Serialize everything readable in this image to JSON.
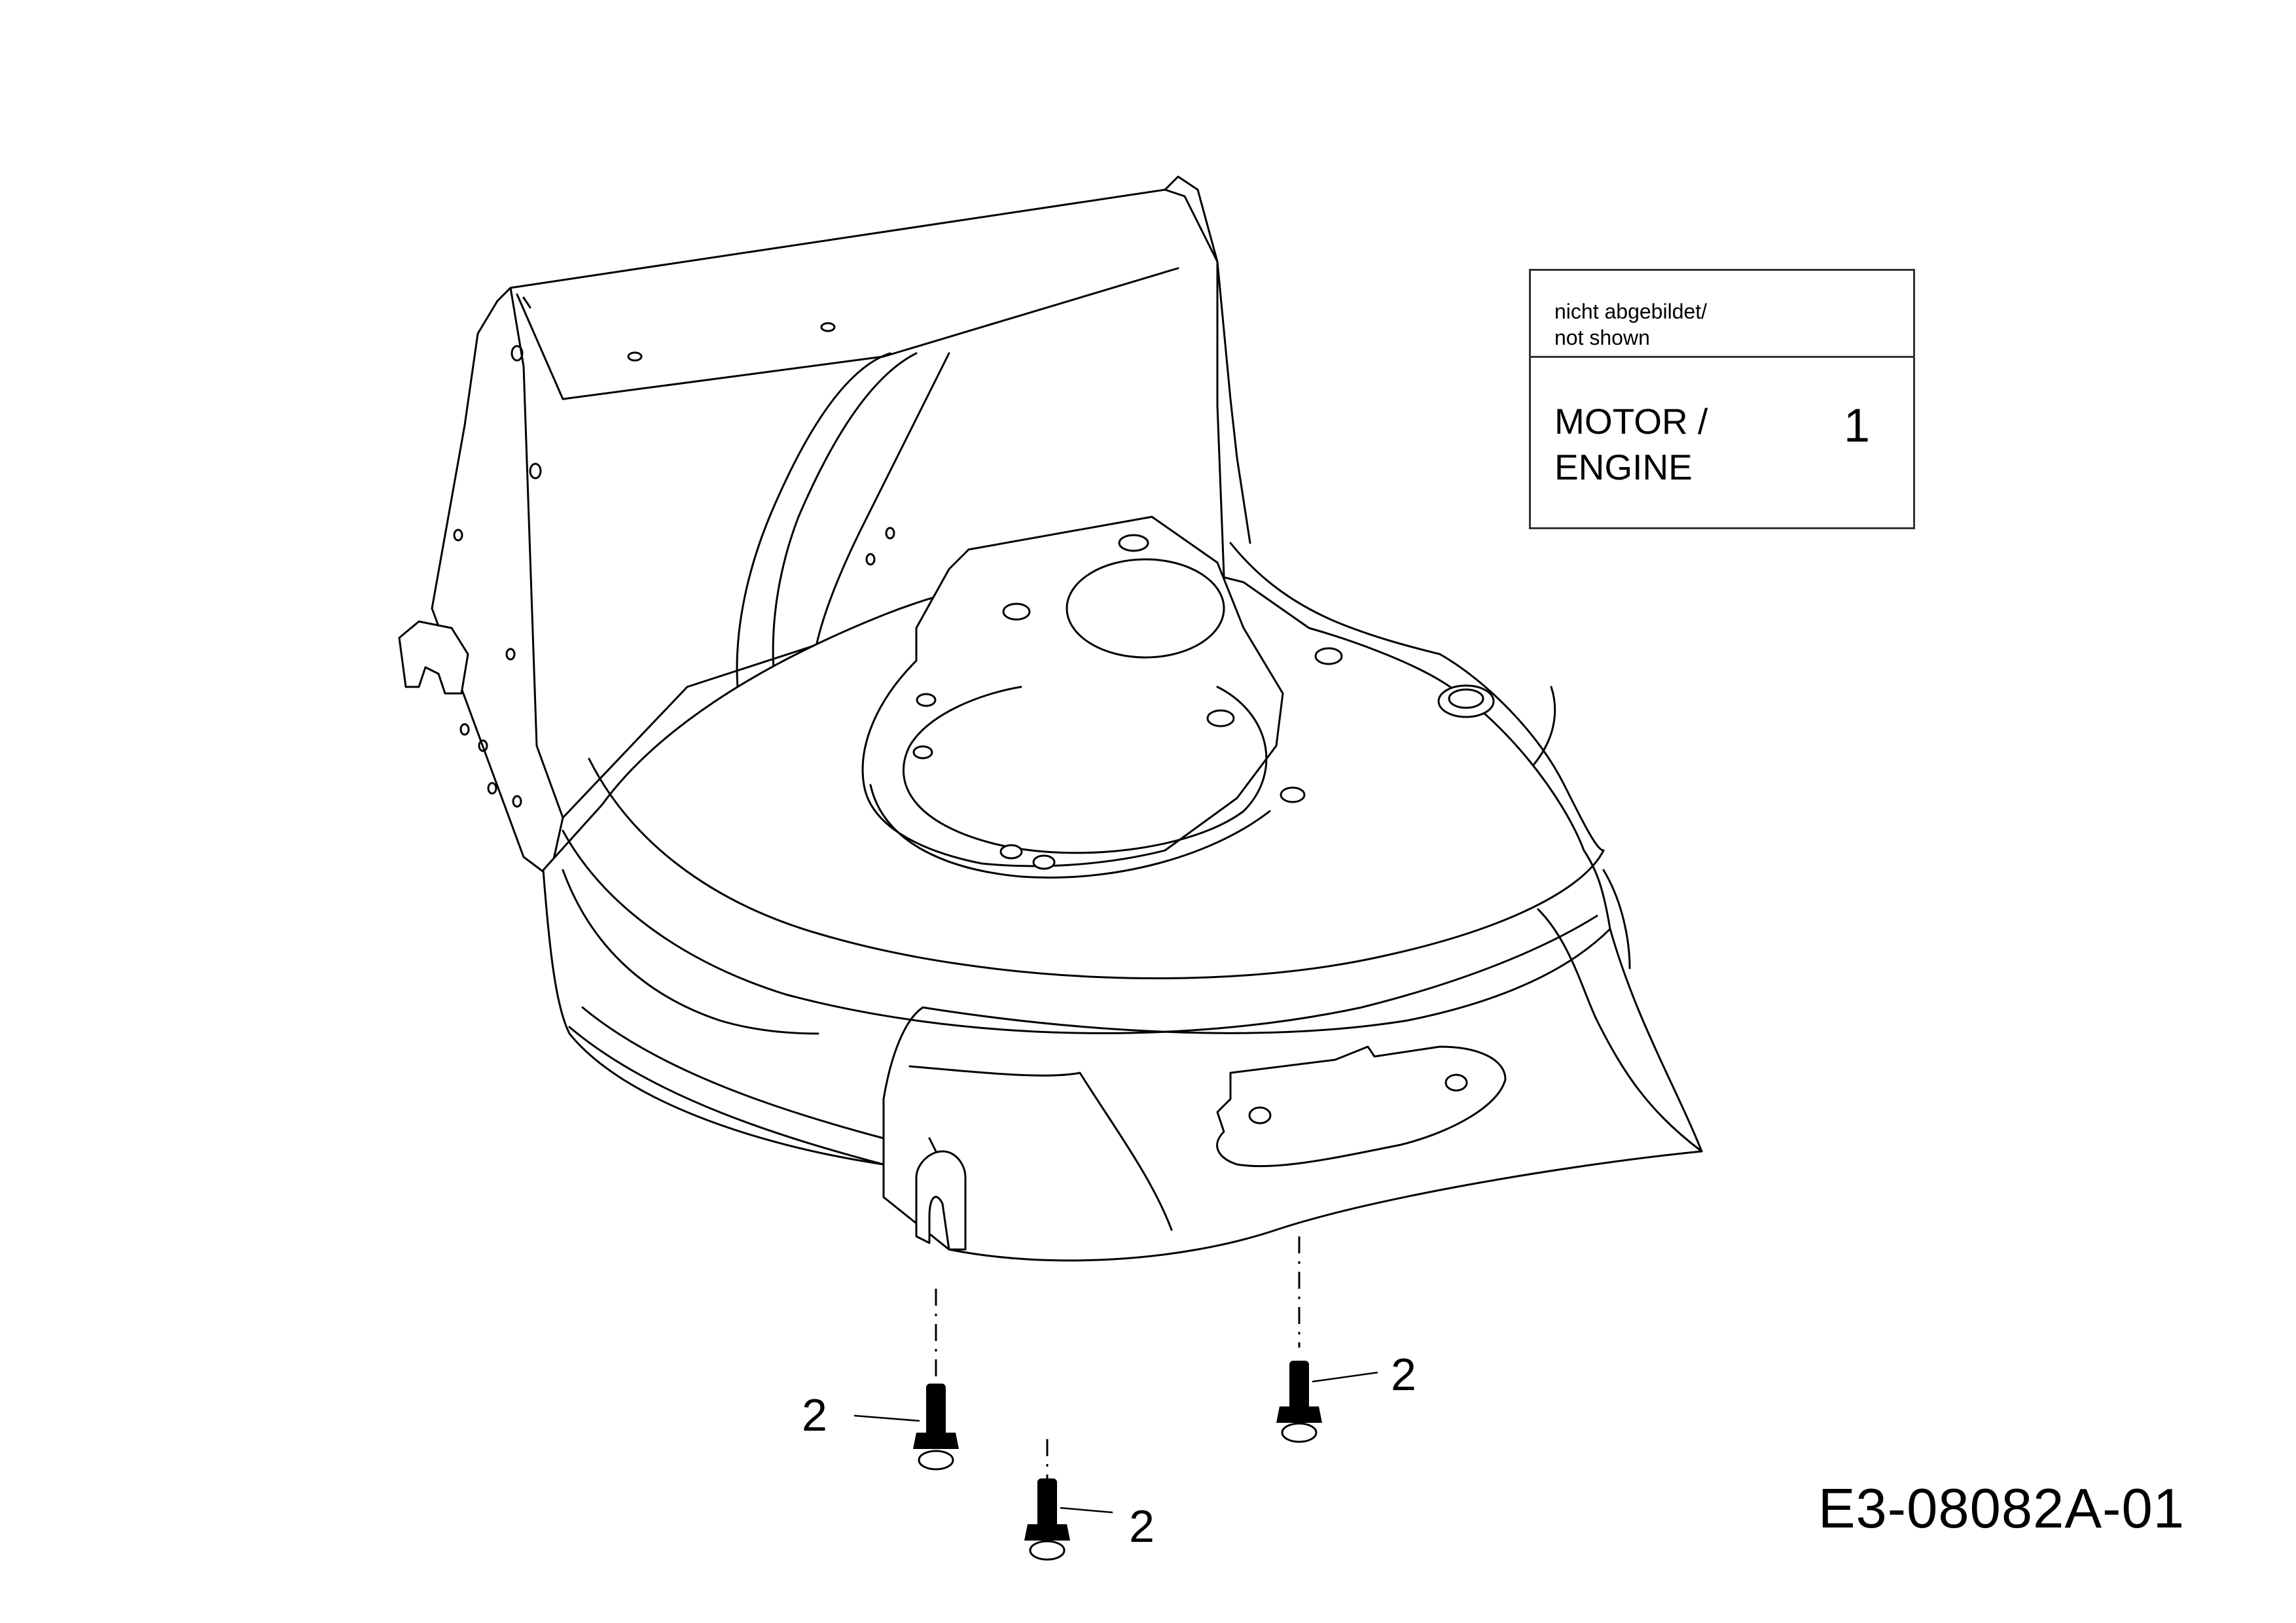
{
  "legend": {
    "note_line1": "nicht abgebildet/",
    "note_line2": "not shown",
    "item_line1": "MOTOR /",
    "item_line2": "ENGINE",
    "item_number": "1"
  },
  "callouts": [
    "2",
    "2",
    "2"
  ],
  "drawing_code": "E3-08082A-01"
}
